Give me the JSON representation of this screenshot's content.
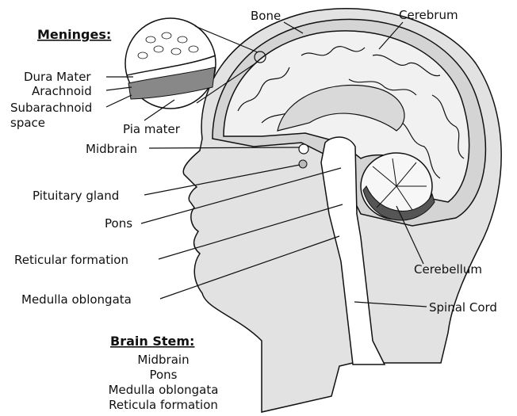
{
  "meninges": {
    "heading": "Meninges:",
    "dura_mater": "Dura Mater",
    "arachnoid": "Arachnoid",
    "subarachnoid_line1": "Subarachnoid",
    "subarachnoid_line2": "space",
    "pia_mater": "Pia mater"
  },
  "labels": {
    "bone": "Bone",
    "cerebrum": "Cerebrum",
    "midbrain": "Midbrain",
    "pituitary_gland": "Pituitary gland",
    "pons": "Pons",
    "reticular_formation": "Reticular formation",
    "medulla_oblongata": "Medulla oblongata",
    "cerebellum": "Cerebellum",
    "spinal_cord": "Spinal Cord"
  },
  "brain_stem": {
    "heading": "Brain Stem:",
    "items": [
      "Midbrain",
      "Pons",
      "Medulla oblongata",
      "Reticula formation"
    ]
  },
  "colors": {
    "skin": "#e2e2e2",
    "skull": "#d4d4d4",
    "brain": "#f1f1f1",
    "outline": "#111111"
  }
}
